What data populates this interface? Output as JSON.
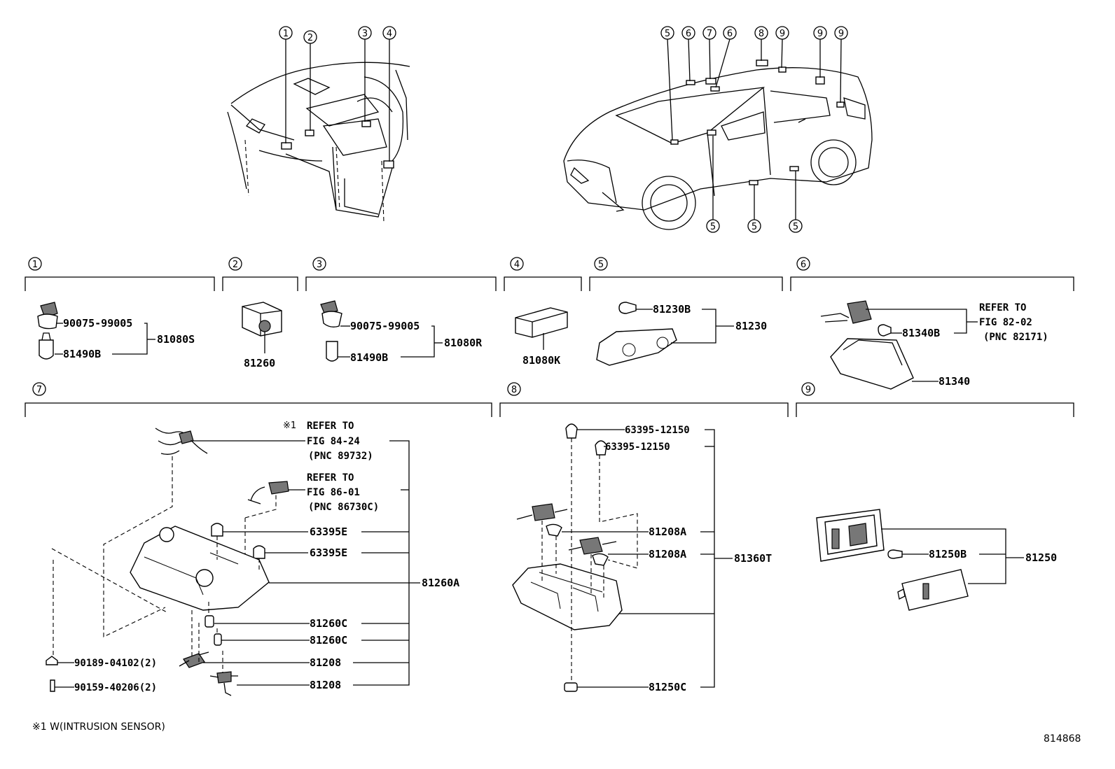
{
  "overview_callouts": {
    "interior": [
      "1",
      "2",
      "3",
      "4"
    ],
    "vehicle_top": [
      "5",
      "6",
      "7",
      "6",
      "8",
      "9",
      "9",
      "9"
    ],
    "vehicle_bottom": [
      "5",
      "5",
      "5"
    ]
  },
  "section_numbers": [
    "1",
    "2",
    "3",
    "4",
    "5",
    "6",
    "7",
    "8",
    "9"
  ],
  "s1": {
    "p1": "90075-99005",
    "p2": "81490B",
    "assy": "81080S"
  },
  "s2": {
    "p1": "81260"
  },
  "s3": {
    "p1": "90075-99005",
    "p2": "81490B",
    "assy": "81080R"
  },
  "s4": {
    "p1": "81080K"
  },
  "s5": {
    "p1": "81230B",
    "assy": "81230"
  },
  "s6": {
    "p1": "81340B",
    "p2": "81340",
    "ref": [
      "REFER TO",
      "FIG 82-02",
      "(PNC 82171)"
    ]
  },
  "s7": {
    "note_mark": "※1",
    "ref1": [
      "REFER TO",
      "FIG 84-24",
      "(PNC 89732)"
    ],
    "ref2": [
      "REFER TO",
      "FIG 86-01",
      "(PNC 86730C)"
    ],
    "parts": [
      "63395E",
      "63395E",
      "81260C",
      "81260C",
      "81208",
      "81208"
    ],
    "assy": "81260A",
    "screw1": "90189-04102(2)",
    "screw2": "90159-40206(2)"
  },
  "s8": {
    "parts": [
      "63395-12150",
      "63395-12150",
      "81208A",
      "81208A",
      "81250C"
    ],
    "assy": "81360T"
  },
  "s9": {
    "p1": "81250B",
    "assy": "81250"
  },
  "footnote": "※1 W(INTRUSION SENSOR)",
  "figure_id": "814868"
}
